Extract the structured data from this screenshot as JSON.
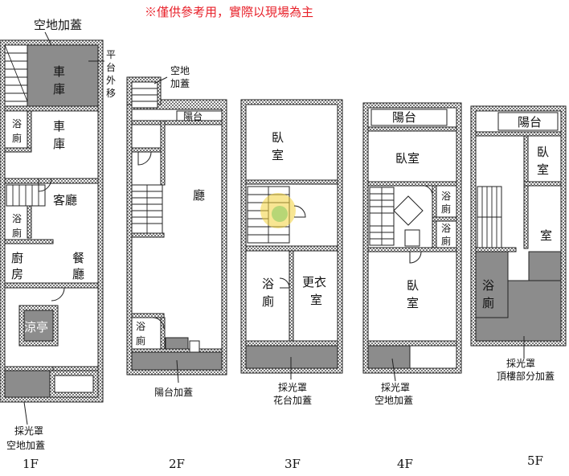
{
  "header": {
    "note": "※僅供參考用，實際以現場為主"
  },
  "floors": [
    "1F",
    "2F",
    "3F",
    "4F",
    "5F"
  ],
  "labels": {
    "f1_top": "空地加蓋",
    "f1_side_1": "平",
    "f1_side_2": "台",
    "f1_side_3": "外",
    "f1_side_4": "移",
    "garage": "車",
    "garage2": "庫",
    "bath": "浴",
    "bath2": "廁",
    "living": "客廳",
    "kitchen": "廚",
    "kitchen2": "房",
    "dining": "餐",
    "dining2": "廳",
    "pavilion": "涼亭",
    "skylight": "採光罩",
    "f1_bottom": "空地加蓋",
    "f2_top_1": "空地",
    "f2_top_2": "加蓋",
    "balcony": "陽台",
    "hall": "廳",
    "f2_bottom": "陽台加蓋",
    "bed": "臥",
    "bed2": "室",
    "bedroom": "臥室",
    "dress": "更衣",
    "dress2": "室",
    "f3_bottom": "花台加蓋",
    "f4_bottom": "空地加蓋",
    "room": "室",
    "f5_bottom": "頂樓部分加蓋"
  },
  "colors": {
    "note": "#e8212a",
    "shade": "#8c8c8c"
  }
}
